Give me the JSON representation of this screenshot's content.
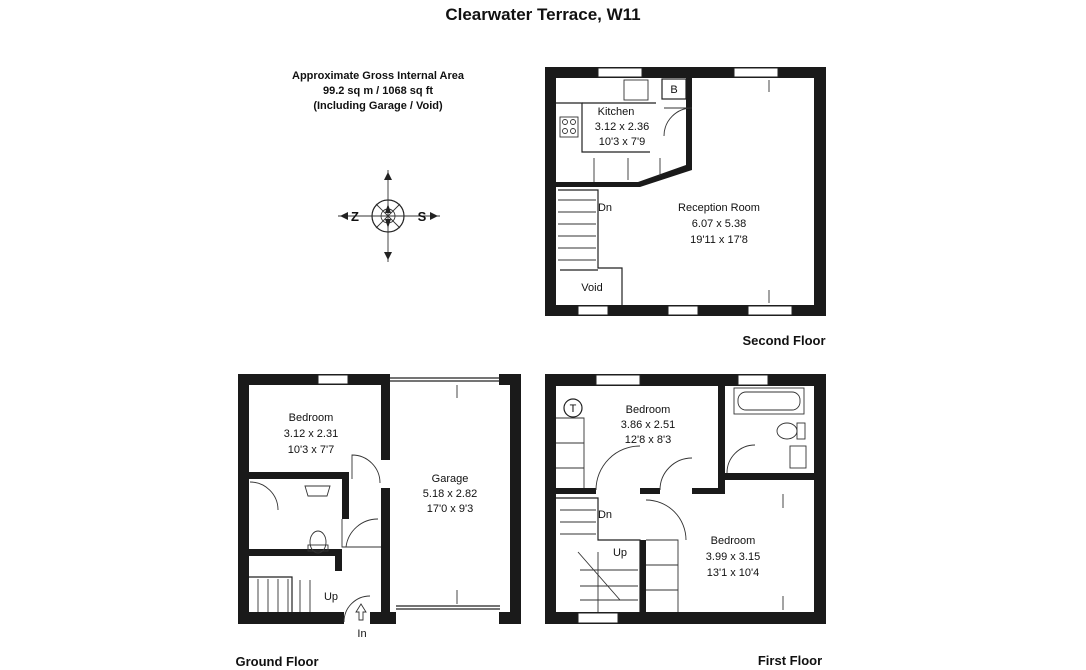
{
  "title": "Clearwater Terrace, W11",
  "area": {
    "line1": "Approximate Gross Internal Area",
    "line2": "99.2 sq m / 1068 sq ft",
    "line3": "(Including Garage / Void)"
  },
  "compass": {
    "left": "Z",
    "right": "S"
  },
  "floors": {
    "second": "Second Floor",
    "ground": "Ground Floor",
    "first": "First Floor"
  },
  "rooms": {
    "kitchen": {
      "name": "Kitchen",
      "metric": "3.12 x 2.36",
      "imperial": "10'3 x 7'9"
    },
    "reception": {
      "name": "Reception Room",
      "metric": "6.07 x 5.38",
      "imperial": "19'11 x 17'8"
    },
    "gf_bedroom": {
      "name": "Bedroom",
      "metric": "3.12 x 2.31",
      "imperial": "10'3 x 7'7"
    },
    "garage": {
      "name": "Garage",
      "metric": "5.18 x 2.82",
      "imperial": "17'0 x 9'3"
    },
    "ff_bedroom1": {
      "name": "Bedroom",
      "metric": "3.86 x 2.51",
      "imperial": "12'8 x 8'3"
    },
    "ff_bedroom2": {
      "name": "Bedroom",
      "metric": "3.99 x 3.15",
      "imperial": "13'1 x 10'4"
    }
  },
  "labels": {
    "b": "B",
    "t": "T",
    "dn_second": "Dn",
    "void": "Void",
    "up_ground": "Up",
    "in": "In",
    "dn_first": "Dn",
    "up_first": "Up"
  }
}
